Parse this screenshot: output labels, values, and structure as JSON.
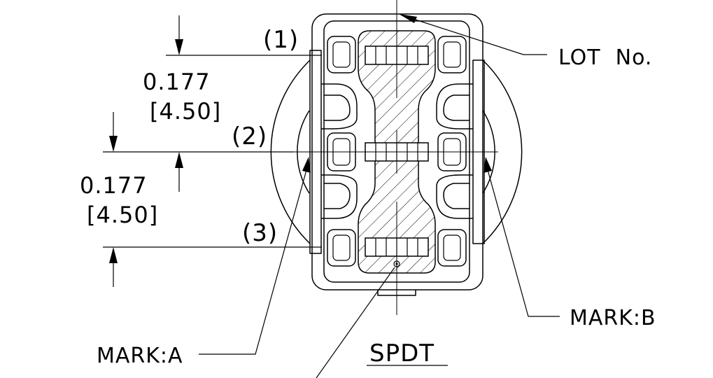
{
  "drawing": {
    "title": "SPDT",
    "lot_label": "LOT  No.",
    "mark_a": "MARK:A",
    "mark_b": "MARK:B",
    "terminals": [
      "(1)",
      "(2)",
      "(3)"
    ],
    "pitch_upper": {
      "inch": "0.177",
      "mm": "[4.50]"
    },
    "pitch_lower": {
      "inch": "0.177",
      "mm": "[4.50]"
    }
  }
}
